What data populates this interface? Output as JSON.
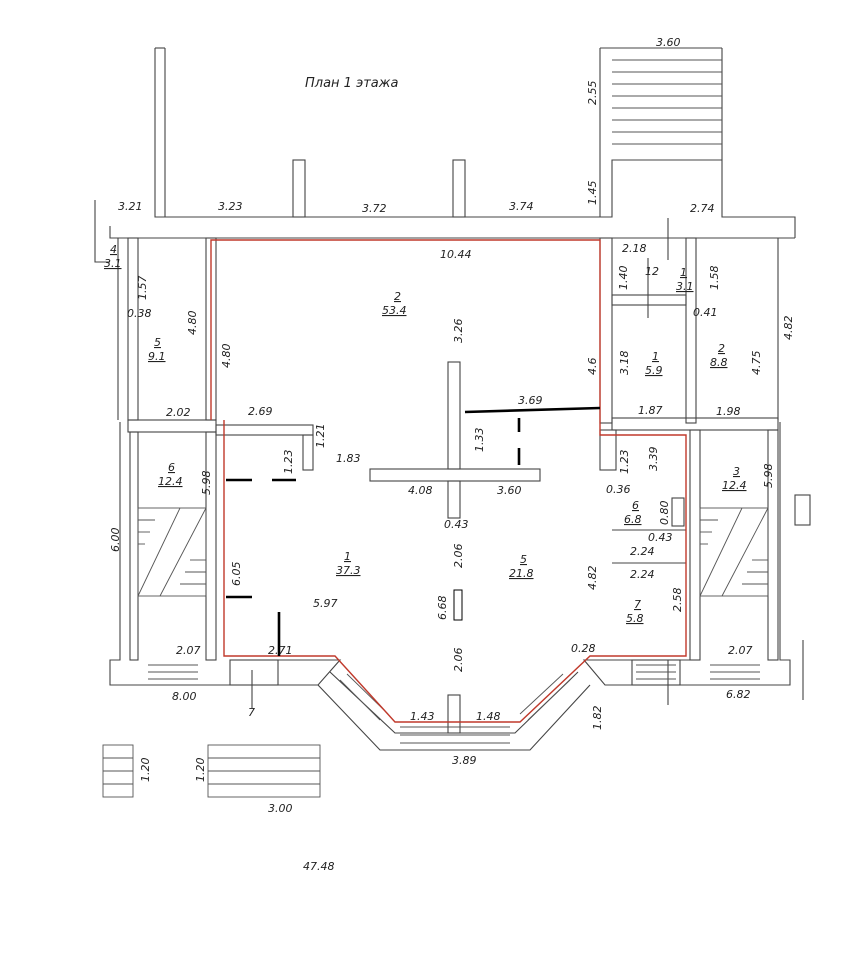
{
  "title": "План 1 этажа",
  "rooms": [
    {
      "num": "2",
      "area": "53.4"
    },
    {
      "num": "1",
      "area": "37.3"
    },
    {
      "num": "5",
      "area": "21.8"
    },
    {
      "num": "5",
      "area": "9.1"
    },
    {
      "num": "4",
      "area": "3.1"
    },
    {
      "num": "6",
      "area": "12.4"
    },
    {
      "num": "1",
      "area": "3.1"
    },
    {
      "num": "1",
      "area": "5.9"
    },
    {
      "num": "2",
      "area": "8.8"
    },
    {
      "num": "3",
      "area": "12.4"
    },
    {
      "num": "6",
      "area": "6.8"
    },
    {
      "num": "7",
      "area": "5.8"
    }
  ],
  "room_12_label": "12",
  "entrance_label": "7",
  "dims": [
    "3.60",
    "2.55",
    "1.45",
    "2.74",
    "3.21",
    "3.23",
    "3.72",
    "3.74",
    "10.44",
    "2.18",
    "1.40",
    "1.58",
    "4.82",
    "0.41",
    "4.75",
    "3.18",
    "1.87",
    "1.98",
    "1.57",
    "0.38",
    "4.80",
    "4.80",
    "3.26",
    "4.6",
    "2.02",
    "2.69",
    "1.21",
    "1.83",
    "1.33",
    "3.69",
    "1.23",
    "1.23",
    "3.39",
    "4.08",
    "3.60",
    "0.36",
    "5.98",
    "5.98",
    "0.80",
    "0.43",
    "0.43",
    "6.00",
    "2.06",
    "2.24",
    "2.24",
    "6.05",
    "5.97",
    "4.82",
    "6.68",
    "2.58",
    "2.07",
    "2.71",
    "2.06",
    "0.28",
    "2.07",
    "8.00",
    "6.82",
    "1.43",
    "1.48",
    "1.82",
    "3.89",
    "1.20",
    "1.20",
    "3.00",
    "47.48"
  ]
}
